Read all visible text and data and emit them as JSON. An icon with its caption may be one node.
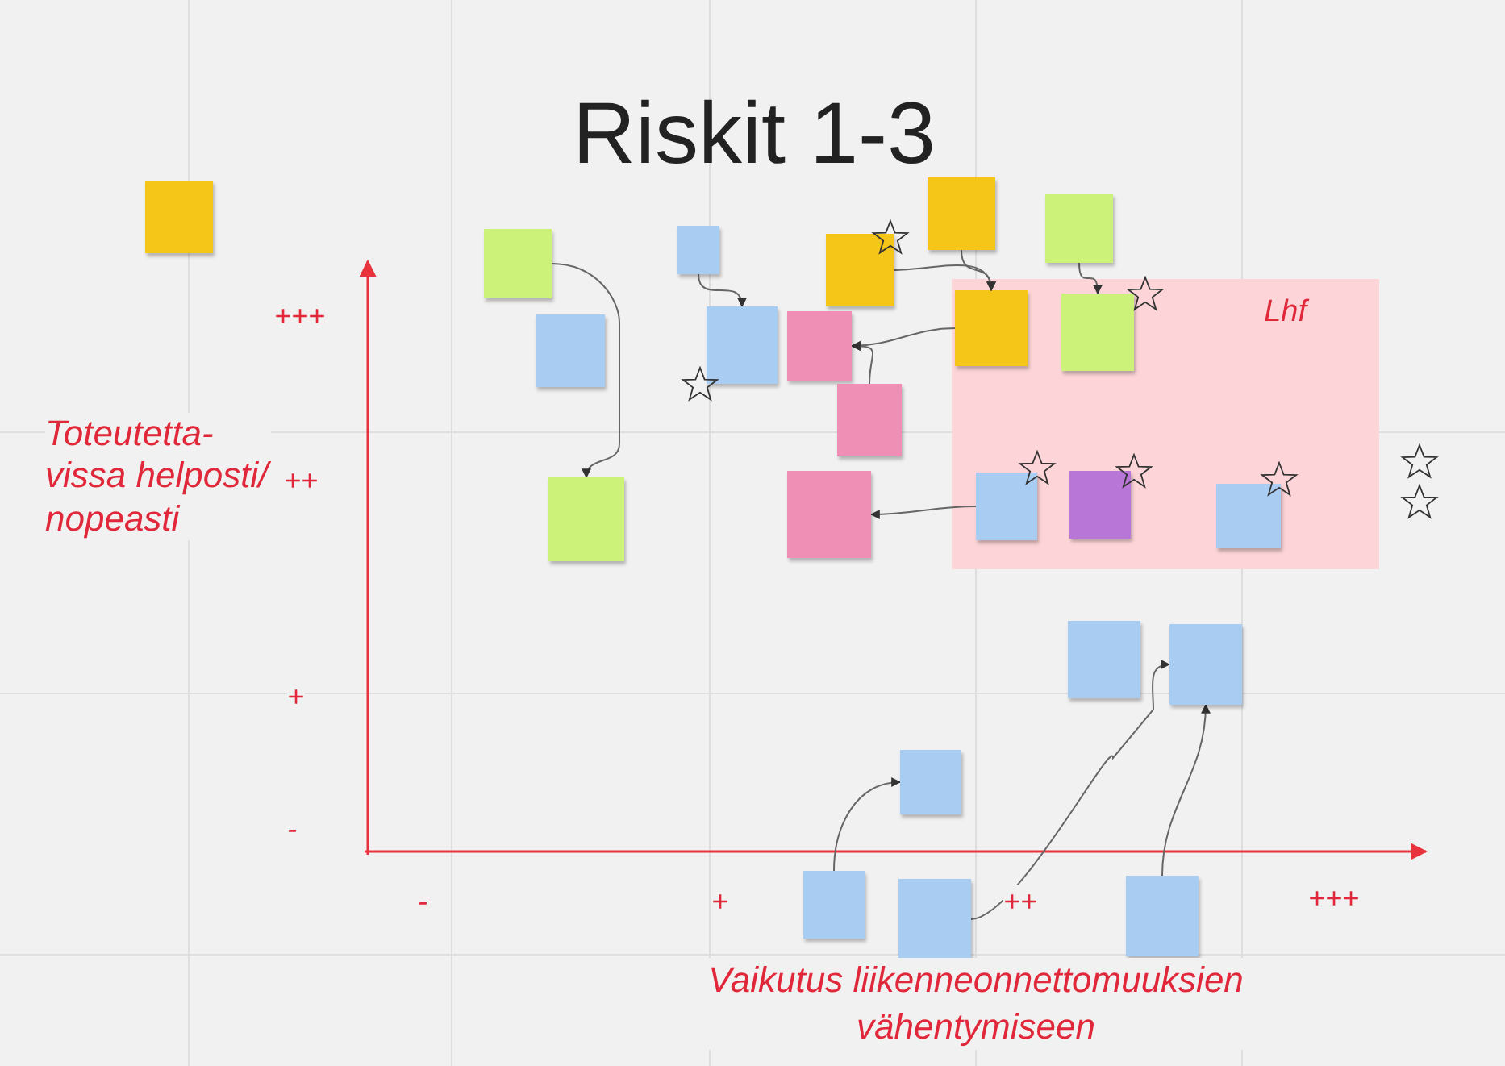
{
  "diagram": {
    "title": "Riskit 1-3",
    "nodes": [
      {
        "text": [],
        "shape": "box"
      },
      {
        "text": [],
        "shape": "box"
      },
      {
        "text": [],
        "shape": "box"
      },
      {
        "text": [],
        "shape": "box"
      },
      {
        "text": [],
        "shape": "box"
      },
      {
        "text": [],
        "shape": "box"
      },
      {
        "text": [
          "Lhf"
        ]
      },
      {
        "text": [],
        "shape": "box",
        "in": 6
      },
      {
        "text": [],
        "shape": "box",
        "in": 6
      },
      {
        "text": [],
        "shape": "box",
        "in": 6
      },
      {
        "text": [],
        "shape": "box",
        "in": 6
      },
      {
        "text": [],
        "shape": "box",
        "in": 6
      },
      {
        "text": [],
        "shape": "box"
      },
      {
        "text": [],
        "shape": "box"
      },
      {
        "text": [],
        "shape": "box"
      },
      {
        "text": [],
        "shape": "box"
      },
      {
        "text": [],
        "shape": "box"
      },
      {
        "text": [],
        "shape": "box"
      },
      {
        "text": [],
        "shape": "box"
      },
      {
        "text": [],
        "shape": "box"
      },
      {
        "text": [],
        "shape": "box"
      },
      {
        "text": [],
        "shape": "box"
      },
      {
        "text": [],
        "shape": "box"
      },
      {
        "text": [],
        "shape": "box"
      }
    ],
    "edges": [
      {
        "from": 3,
        "to": 16,
        "arrow": "to"
      },
      {
        "from": 4,
        "to": 13,
        "arrow": "to"
      },
      {
        "from": 5,
        "to": 7,
        "arrow": "to"
      },
      {
        "from": 1,
        "to": 7,
        "arrow": "to"
      },
      {
        "from": 2,
        "to": 8,
        "arrow": "to"
      },
      {
        "from": 7,
        "to": 14,
        "arrow": "to"
      },
      {
        "from": 15,
        "to": 14,
        "arrow": "to"
      },
      {
        "from": 9,
        "to": 17,
        "arrow": "to"
      },
      {
        "from": 21,
        "to": 20,
        "arrow": "to"
      },
      {
        "from": 22,
        "to": 19,
        "arrow": "to"
      },
      {
        "from": 23,
        "to": 19,
        "arrow": "to"
      }
    ],
    "labels": [
      "+++",
      "Toteutetta- vissa helposti/ nopeasti",
      "++",
      "+",
      "-",
      "-",
      "+",
      "++",
      "+++",
      "Vaikutus liikenneonnettomuuksien vähentymiseen"
    ]
  }
}
